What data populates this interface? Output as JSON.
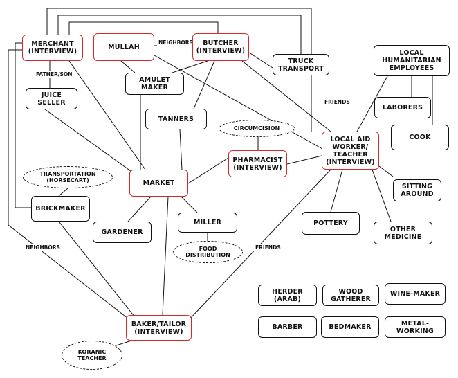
{
  "nodes": {
    "merchant": "MERCHANT\n(INTERVIEW)",
    "mullah": "MULLAH",
    "butcher": "BUTCHER\n(INTERVIEW)",
    "truck": "TRUCK\nTRANSPORT",
    "humanitarian": "LOCAL\nHUMANITARIAN\nEMPLOYEES",
    "juice": "JUICE\nSELLER",
    "amulet": "AMULET\nMAKER",
    "laborers": "LABORERS",
    "tanners": "TANNERS",
    "cook": "COOK",
    "aidworker": "LOCAL AID\nWORKER/\nTEACHER\n(INTERVIEW)",
    "pharmacist": "PHARMACIST\n(INTERVIEW)",
    "market": "MARKET",
    "sitting": "SITTING\nAROUND",
    "brickmaker": "BRICKMAKER",
    "gardener": "GARDENER",
    "miller": "MILLER",
    "pottery": "POTTERY",
    "medicine": "OTHER\nMEDICINE",
    "herder": "HERDER\n(ARAB)",
    "wood": "WOOD\nGATHERER",
    "winemaker": "WINE-MAKER",
    "baker": "BAKER/TAILOR\n(INTERVIEW)",
    "barber": "BARBER",
    "bedmaker": "BEDMAKER",
    "metal": "METAL-\nWORKING"
  },
  "ovals": {
    "circumcision": "CIRCUMCISION",
    "transportation": "TRANSPORTATION\n(HORSECART)",
    "food": "FOOD\nDISTRIBUTION",
    "koranic": "KORANIC\nTEACHER"
  },
  "edge_labels": {
    "neighbors_top": "NEIGHBORS",
    "father_son": "FATHER/SON",
    "friends_top": "FRIENDS",
    "neighbors_left": "NEIGHBORS",
    "friends_bottom": "FRIENDS"
  },
  "colors": {
    "interview_border": "#d42a2a",
    "default_border": "#111111"
  }
}
